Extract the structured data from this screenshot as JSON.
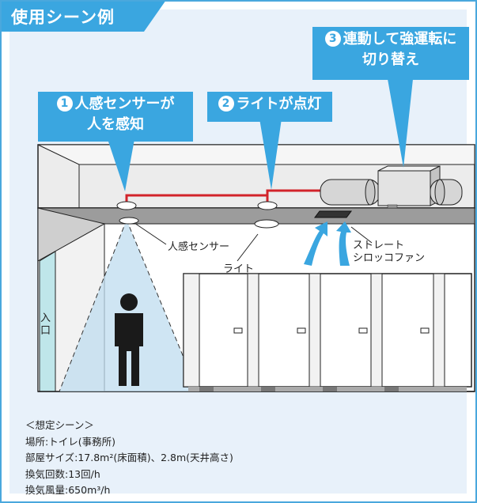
{
  "header": {
    "title": "使用シーン例"
  },
  "callouts": {
    "one": {
      "number": "1",
      "lines": [
        "人感センサーが",
        "人を感知"
      ]
    },
    "two": {
      "number": "2",
      "lines": [
        "ライトが点灯"
      ]
    },
    "three": {
      "number": "3",
      "lines": [
        "連動して強運転に",
        "切り替え"
      ]
    }
  },
  "diagram": {
    "sensor_label": "人感センサー",
    "light_label": "ライト",
    "fan_label": [
      "ストレート",
      "シロッコファン"
    ],
    "entrance_label": [
      "入",
      "口"
    ]
  },
  "info": {
    "scene_title": "＜想定シーン＞",
    "place": "場所:トイレ(事務所)",
    "room_size": "部屋サイズ:17.8m²(床面積)、2.8m(天井高さ)",
    "air_changes": "換気回数:13回/h",
    "airflow": "換気風量:650m³/h"
  },
  "colors": {
    "accent": "#3aa6e0",
    "wire": "#d2232a",
    "frame": "#4aa8dd"
  }
}
